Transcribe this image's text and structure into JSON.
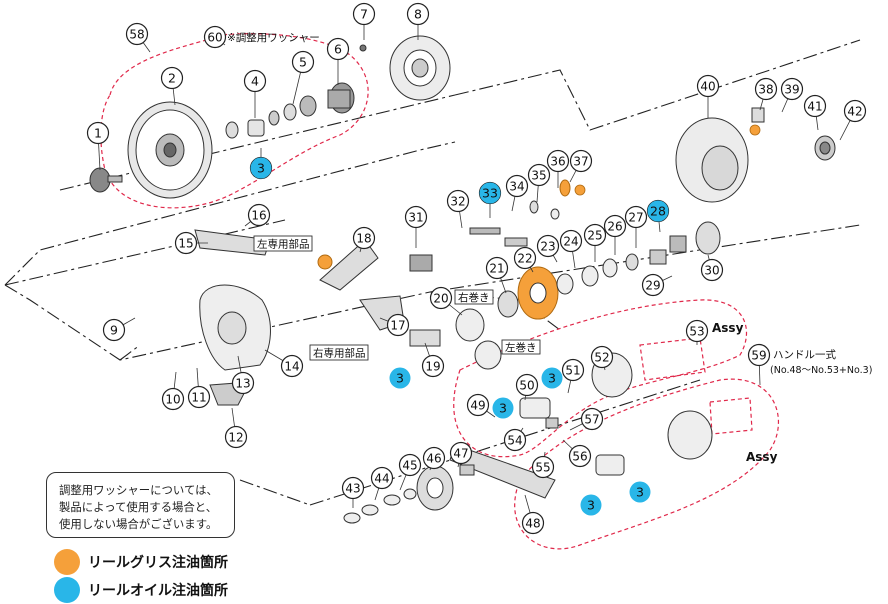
{
  "diagram": {
    "part_numbers": [
      "1",
      "2",
      "3",
      "4",
      "5",
      "6",
      "7",
      "8",
      "9",
      "10",
      "11",
      "12",
      "13",
      "14",
      "15",
      "16",
      "17",
      "18",
      "19",
      "20",
      "21",
      "22",
      "23",
      "24",
      "25",
      "26",
      "27",
      "28",
      "29",
      "30",
      "31",
      "32",
      "33",
      "34",
      "35",
      "36",
      "37",
      "38",
      "39",
      "40",
      "41",
      "42",
      "43",
      "44",
      "45",
      "46",
      "47",
      "48",
      "49",
      "50",
      "51",
      "52",
      "53",
      "54",
      "55",
      "56",
      "57",
      "58",
      "59",
      "60"
    ],
    "marker_label": "3",
    "assy_label": "Assy",
    "washer_note_label": "※調整用ワッシャー",
    "left_only_label": "左専用部品",
    "right_only_label": "右専用部品",
    "right_wind_label": "右巻き",
    "left_wind_label": "左巻き",
    "handle_set_label": "ハンドル一式",
    "handle_set_range": "(No.48〜No.53+No.3)"
  },
  "note": {
    "lines": [
      "調整用ワッシャーについては、",
      "製品によって使用する場合と、",
      "使用しない場合がございます。"
    ]
  },
  "legend": {
    "grease_label": "リールグリス注油箇所",
    "oil_label": "リールオイル注油箇所",
    "grease_color": "#f5a03a",
    "oil_color": "#29b6e8"
  }
}
